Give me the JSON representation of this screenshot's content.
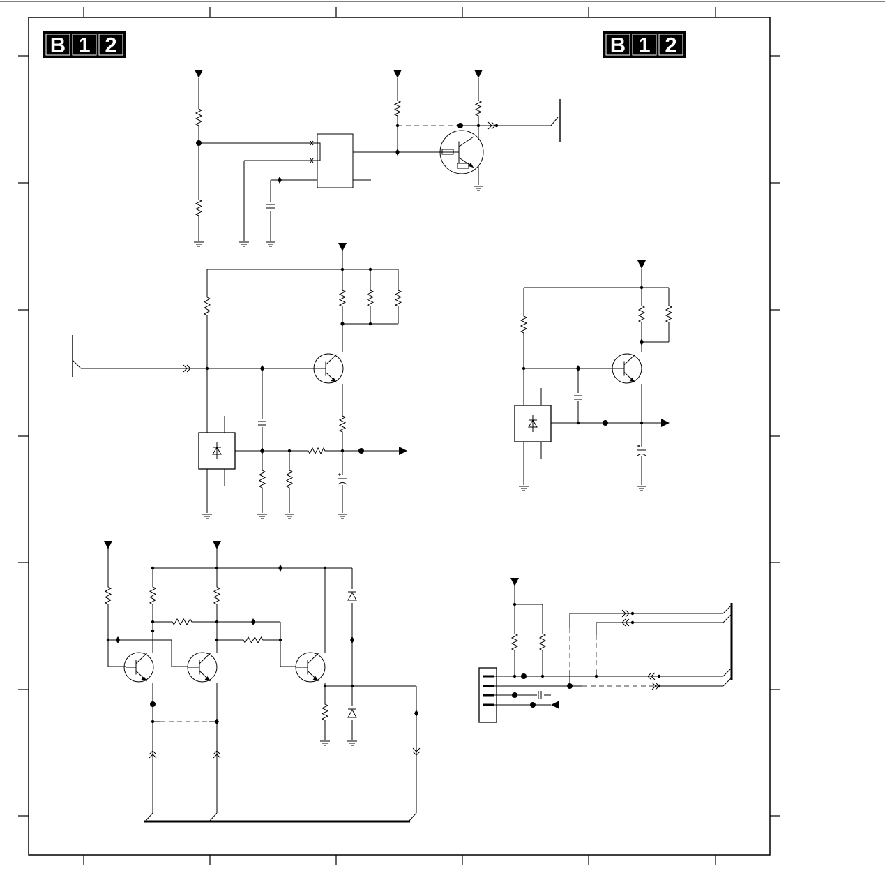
{
  "badges": [
    {
      "id": "badge-left",
      "chars": [
        "B",
        "1",
        "2"
      ]
    },
    {
      "id": "badge-right",
      "chars": [
        "B",
        "1",
        "2"
      ]
    }
  ],
  "colors": {
    "ink": "#000000",
    "paper": "#ffffff",
    "dashed_link": "#666666"
  },
  "icons": [
    "resistor-icon",
    "capacitor-icon",
    "transistor-icon",
    "diode-icon",
    "ground-icon",
    "supply-arrow-icon",
    "connector-icon"
  ]
}
